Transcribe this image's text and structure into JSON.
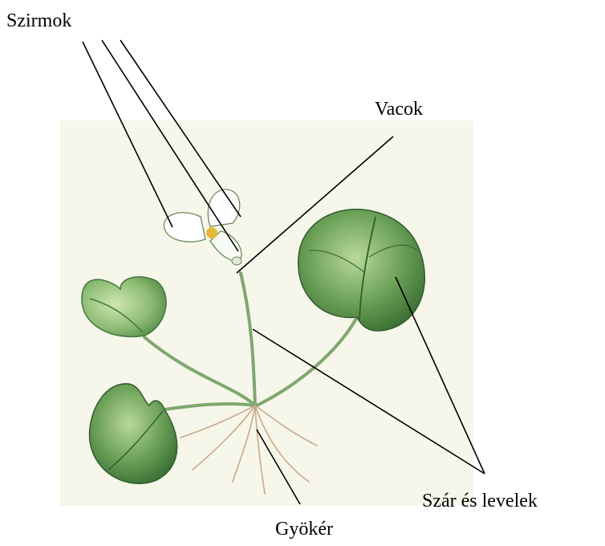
{
  "labels": {
    "petals": "Szirmok",
    "receptacle": "Vacok",
    "stem_and_leaves": "Szár és levelek",
    "root": "Gyökér"
  },
  "colors": {
    "background_wash": "#f6f5e8",
    "leaf_dark": "#3f7a3a",
    "leaf_mid": "#7fb06a",
    "leaf_light": "#c4dfa8",
    "stem": "#7fa86e",
    "root": "#c9a98a",
    "flower_center": "#e8b83a",
    "line": "#000000"
  }
}
